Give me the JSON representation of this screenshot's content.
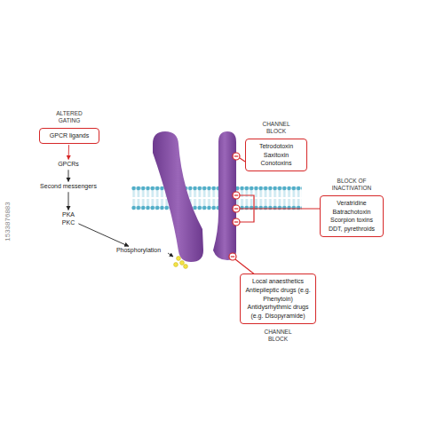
{
  "diagram": {
    "nodes": [
      {
        "text": [
          "ALTERED GATING",
          "GPCR ligands"
        ]
      },
      {
        "text": [
          "GPCRs"
        ]
      },
      {
        "text": [
          "Second messengers"
        ]
      },
      {
        "text": [
          "PKA PKC"
        ]
      },
      {
        "text": [
          "Phosphorylation"
        ]
      },
      {
        "text": [
          "CHANNEL BLOCK",
          "Tetrodotoxin Saxitoxin Conotoxins"
        ]
      },
      {
        "text": [
          "BLOCK OF INACTIVATION",
          "Veratridine Batrachotoxin Scorpion toxins DDT, pyrethroids"
        ]
      },
      {
        "text": [
          "Local anaesthetics Antiepileptic drugs (e.g. Phenytoin) Antidysrhythmic drugs (e.g. Disopyramide)",
          "CHANNEL BLOCK"
        ]
      }
    ],
    "edges": [
      {
        "from": 0,
        "to": 1,
        "arrow": "to"
      },
      {
        "from": 1,
        "to": 2,
        "arrow": "to"
      },
      {
        "from": 2,
        "to": 3,
        "arrow": "to"
      },
      {
        "from": 3,
        "to": 4,
        "arrow": "to"
      }
    ],
    "labels": [
      "1533876883"
    ]
  }
}
